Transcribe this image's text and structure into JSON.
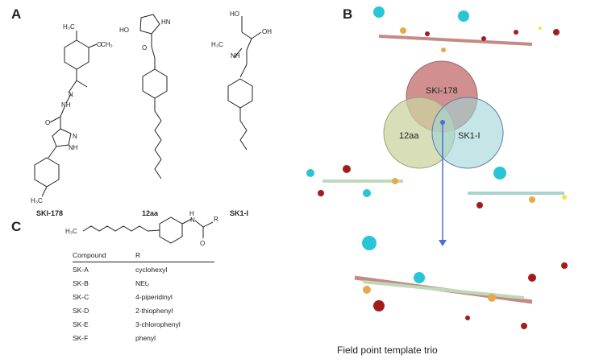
{
  "panels": {
    "a": {
      "letter": "A"
    },
    "b": {
      "letter": "B"
    },
    "c": {
      "letter": "C"
    }
  },
  "compounds": {
    "ski178": "SKI-178",
    "c12aa": "12aa",
    "sk1i": "SK1-I"
  },
  "atoms": {
    "h3c_o": "H₃C",
    "o": "O",
    "oh": "OH",
    "ho": "HO",
    "h3c": "H₃C",
    "n": "N",
    "nh": "NH",
    "hn": "HN",
    "h": "H",
    "r": "R",
    "ch3": "CH₃",
    "nn": "N",
    "ch3_methoxy": "CH₃"
  },
  "table": {
    "headers": [
      "Compound",
      "R"
    ],
    "rows": [
      {
        "compound": "SK-A",
        "r": "cyclohexyl"
      },
      {
        "compound": "SK-B",
        "r": "NEt₂"
      },
      {
        "compound": "SK-C",
        "r": "4-piperidinyl"
      },
      {
        "compound": "SK-D",
        "r": "2-thiophenyl"
      },
      {
        "compound": "SK-E",
        "r": "3-chlorophenyl"
      },
      {
        "compound": "SK-F",
        "r": "phenyl"
      }
    ]
  },
  "venn": {
    "top": "SKI-178",
    "left": "12aa",
    "right": "SK1-I",
    "colors": {
      "top": "#c97b7b",
      "left": "#c9d3a0",
      "right": "#9fd3d6",
      "arrow": "#4a6fd6"
    }
  },
  "caption": "Field point template trio"
}
